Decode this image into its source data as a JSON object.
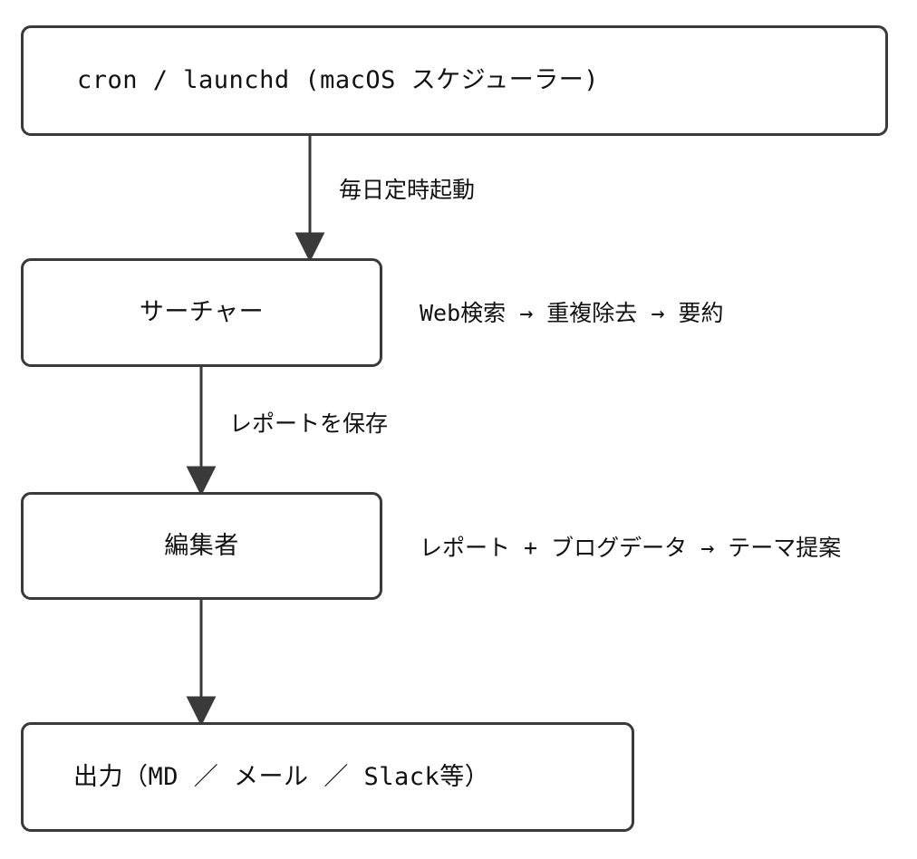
{
  "diagram": {
    "title": "cron / launchd daily pipeline flowchart",
    "stroke_color": "#3a3a3a",
    "text_color": "#111111",
    "background_color": "#ffffff",
    "nodes": [
      {
        "id": "scheduler",
        "label": "cron / launchd (macOS スケジューラー)"
      },
      {
        "id": "searcher",
        "label": "サーチャー"
      },
      {
        "id": "editor",
        "label": "編集者"
      },
      {
        "id": "output",
        "label": "出力（MD ／ メール ／ Slack等）"
      }
    ],
    "edges": [
      {
        "id": "scheduler-to-searcher",
        "label": "毎日定時起動"
      },
      {
        "id": "searcher-to-editor",
        "label": "レポートを保存"
      },
      {
        "id": "editor-to-output",
        "label": ""
      }
    ],
    "annotations": [
      {
        "id": "searcher-note",
        "label": "Web検索 → 重複除去 → 要約"
      },
      {
        "id": "editor-note",
        "label": "レポート + ブログデータ → テーマ提案"
      }
    ]
  }
}
